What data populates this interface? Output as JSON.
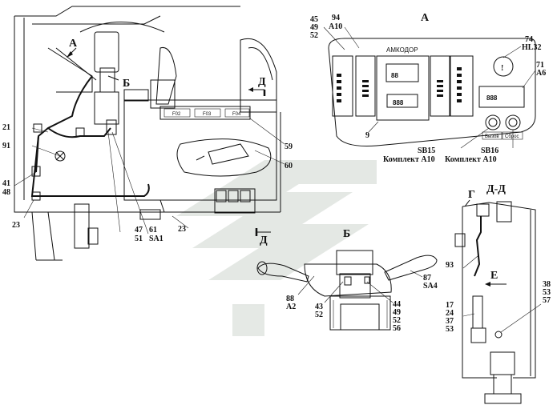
{
  "views": {
    "view_a": "А",
    "view_b": "Б",
    "view_d": "Д",
    "view_dd": "Д-Д",
    "view_g": "Г",
    "view_e": "Е"
  },
  "panel": {
    "brand": "АМКОДОР",
    "btn_call": "Вызов",
    "btn_reset": "Сброс",
    "display_top": "88",
    "display_bottom": "888",
    "display_right": "888",
    "fuses": [
      "F02",
      "F03",
      "F04"
    ]
  },
  "callouts": {
    "c45": "45",
    "c49": "49",
    "c52a": "52",
    "c94": "94",
    "a10": "A10",
    "c74": "74",
    "hl32": "HL32",
    "c71": "71",
    "a6": "A6",
    "c9": "9",
    "sb15": "SB15",
    "komplekt_a10_1": "Комплект A10",
    "sb16": "SB16",
    "komplekt_a10_2": "Комплект A10",
    "c21": "21",
    "c91": "91",
    "c41": "41",
    "c48": "48",
    "c23a": "23",
    "c23b": "23",
    "c47": "47",
    "c51": "51",
    "c61": "61",
    "sa1": "SA1",
    "c59": "59",
    "c60": "60",
    "c88": "88",
    "a2": "A2",
    "c43": "43",
    "c52b": "52",
    "c44": "44",
    "c49b": "49",
    "c52c": "52",
    "c56": "56",
    "c87": "87",
    "sa4": "SA4",
    "c93": "93",
    "c17": "17",
    "c24": "24",
    "c37": "37",
    "c53a": "53",
    "c38": "38",
    "c53b": "53",
    "c57": "57"
  }
}
